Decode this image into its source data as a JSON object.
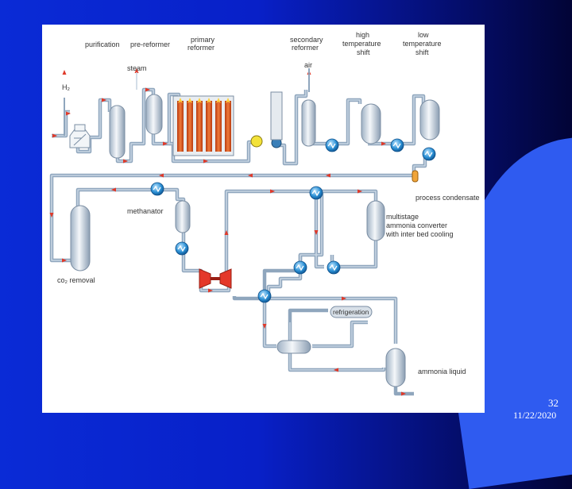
{
  "diagram": {
    "labels": {
      "purification": "purification",
      "pre_reformer": "pre-reformer",
      "primary_reformer_1": "primary",
      "primary_reformer_2": "reformer",
      "secondary_reformer_1": "secondary",
      "secondary_reformer_2": "reformer",
      "hts_1": "high",
      "hts_2": "temperature",
      "hts_3": "shift",
      "lts_1": "low",
      "lts_2": "temperature",
      "lts_3": "shift",
      "steam": "steam",
      "air": "air",
      "h2": "H₂",
      "process_condensate": "process condensate",
      "methanator": "methanator",
      "converter_1": "multistage",
      "converter_2": "ammonia converter",
      "converter_3": "with inter bed cooling",
      "co2_removal": "co₂  removal",
      "refrigeration": "refrigeration",
      "ammonia_liquid": "ammonia liquid"
    },
    "colors": {
      "pipe": "#8fa6bd",
      "flow_arrow": "#e03a2a",
      "reformer_tube": "#e0561e",
      "exchanger": "#2a8fd4"
    }
  },
  "footer": {
    "slide_number": "32",
    "date": "11/22/2020"
  }
}
